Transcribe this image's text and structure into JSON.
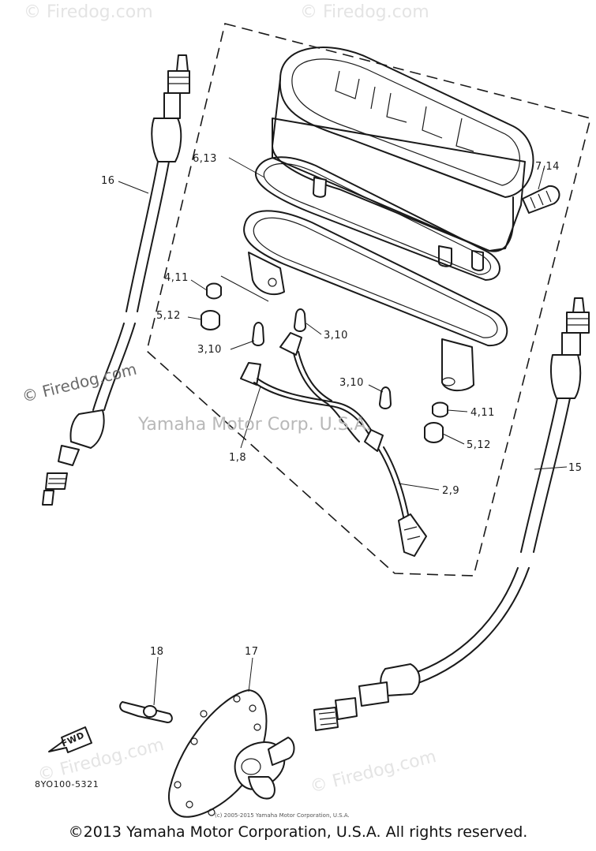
{
  "diagram": {
    "watermark_center": "Yamaha Motor Corp. U.S.A.",
    "watermark_site": "© Firedog.com",
    "watermark_repeat": "© Firedog.com",
    "part_labels": {
      "p16": "16",
      "p15": "15",
      "p17": "17",
      "p18": "18",
      "p6_13": "6,13",
      "p7_14": "7,14",
      "p4_11_left": "4,11",
      "p5_12_left": "5,12",
      "p3_10_a": "3,10",
      "p3_10_b": "3,10",
      "p3_10_c": "3,10",
      "p4_11_right": "4,11",
      "p5_12_right": "5,12",
      "p1_8": "1,8",
      "p2_9": "2,9"
    },
    "fwd_label": "FWD",
    "diagram_code": "8YO100-5321",
    "small_copyright": "(c) 2005-2015 Yamaha Motor Corporation, U.S.A.",
    "colors": {
      "ink": "#1a1a1a",
      "watermark": "#b8b8b8"
    }
  },
  "footer": {
    "copyright": "©2013 Yamaha Motor Corporation, U.S.A. All rights reserved."
  }
}
